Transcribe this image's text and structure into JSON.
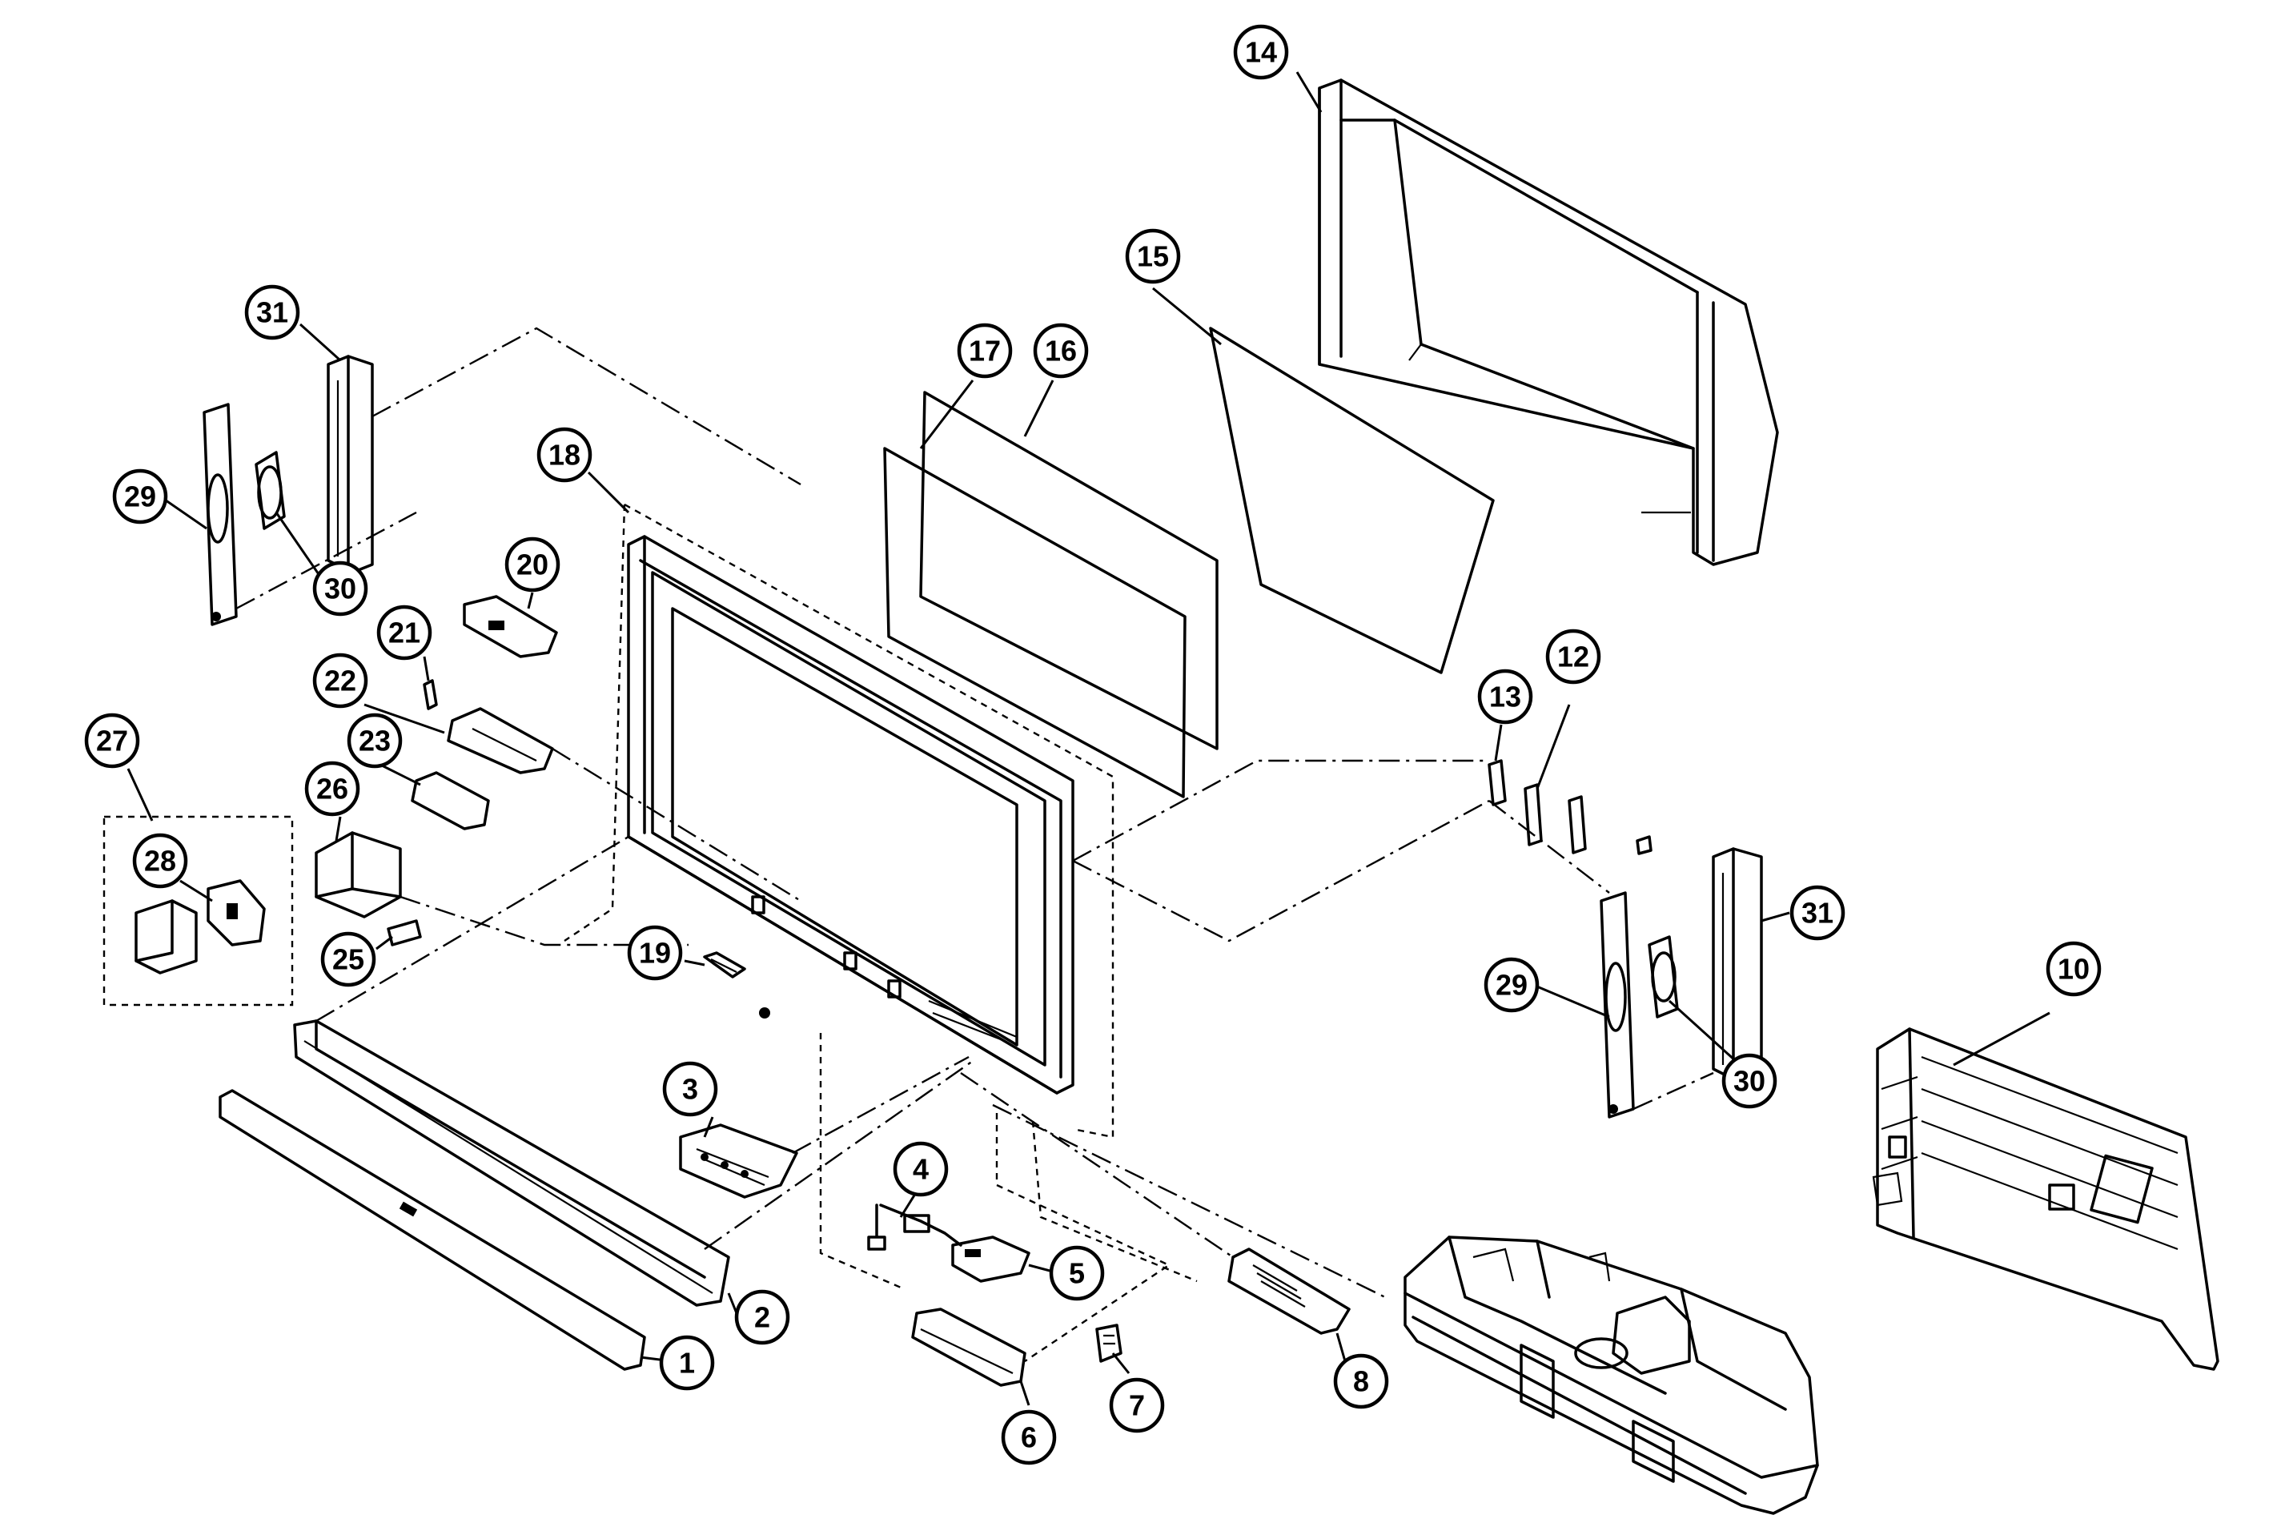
{
  "diagram": {
    "type": "exploded-parts-view",
    "callouts": [
      {
        "label": "1"
      },
      {
        "label": "2"
      },
      {
        "label": "3"
      },
      {
        "label": "4"
      },
      {
        "label": "5"
      },
      {
        "label": "6"
      },
      {
        "label": "7"
      },
      {
        "label": "8"
      },
      {
        "label": "10"
      },
      {
        "label": "12"
      },
      {
        "label": "13"
      },
      {
        "label": "14"
      },
      {
        "label": "15"
      },
      {
        "label": "16"
      },
      {
        "label": "17"
      },
      {
        "label": "18"
      },
      {
        "label": "19"
      },
      {
        "label": "20"
      },
      {
        "label": "21"
      },
      {
        "label": "22"
      },
      {
        "label": "23"
      },
      {
        "label": "25"
      },
      {
        "label": "26"
      },
      {
        "label": "27"
      },
      {
        "label": "28"
      },
      {
        "label": "29"
      },
      {
        "label": "30"
      },
      {
        "label": "31"
      },
      {
        "label": "29"
      },
      {
        "label": "30"
      },
      {
        "label": "31"
      }
    ]
  }
}
